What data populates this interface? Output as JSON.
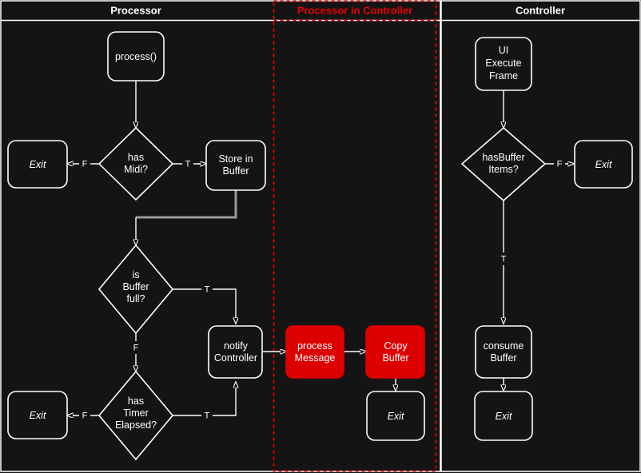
{
  "diagram": {
    "title": "Processor / Controller MIDI buffer flowchart",
    "background_color": "#141414",
    "accent_color": "#ee0000",
    "node_fill": "#141414",
    "node_stroke": "#ffffff",
    "highlight_fill": "#dd0000",
    "gray_connector_color": "#9a9a9a"
  },
  "lanes": [
    {
      "id": "processor",
      "label": "Processor",
      "style": "solid",
      "color": "#ffffff"
    },
    {
      "id": "processor-in-controller",
      "label": "Processor in Controller",
      "style": "dashed",
      "color": "#ee0000"
    },
    {
      "id": "controller",
      "label": "Controller",
      "style": "solid",
      "color": "#ffffff"
    }
  ],
  "nodes": [
    {
      "id": "process",
      "lane": "processor",
      "shape": "rounded-rect",
      "lines": [
        "process()"
      ],
      "style": "normal"
    },
    {
      "id": "has-midi",
      "lane": "processor",
      "shape": "diamond",
      "lines": [
        "has",
        "Midi?"
      ],
      "style": "normal"
    },
    {
      "id": "exit-midi",
      "lane": "processor",
      "shape": "rounded-rect",
      "lines": [
        "Exit"
      ],
      "style": "italic"
    },
    {
      "id": "store-in-buffer",
      "lane": "processor",
      "shape": "rounded-rect",
      "lines": [
        "Store in",
        "Buffer"
      ],
      "style": "normal"
    },
    {
      "id": "is-buffer-full",
      "lane": "processor",
      "shape": "diamond",
      "lines": [
        "is",
        "Buffer",
        "full?"
      ],
      "style": "normal"
    },
    {
      "id": "notify-controller",
      "lane": "processor",
      "shape": "rounded-rect",
      "lines": [
        "notify",
        "Controller"
      ],
      "style": "normal"
    },
    {
      "id": "has-timer-elapsed",
      "lane": "processor",
      "shape": "diamond",
      "lines": [
        "has",
        "Timer",
        "Elapsed?"
      ],
      "style": "normal"
    },
    {
      "id": "exit-timer",
      "lane": "processor",
      "shape": "rounded-rect",
      "lines": [
        "Exit"
      ],
      "style": "italic"
    },
    {
      "id": "process-message",
      "lane": "processor-in-controller",
      "shape": "rounded-rect",
      "lines": [
        "process",
        "Message"
      ],
      "style": "highlight"
    },
    {
      "id": "copy-buffer",
      "lane": "processor-in-controller",
      "shape": "rounded-rect",
      "lines": [
        "Copy",
        "Buffer"
      ],
      "style": "highlight"
    },
    {
      "id": "exit-copy",
      "lane": "processor-in-controller",
      "shape": "rounded-rect",
      "lines": [
        "Exit"
      ],
      "style": "italic"
    },
    {
      "id": "ui-execute-frame",
      "lane": "controller",
      "shape": "rounded-rect",
      "lines": [
        "UI",
        "Execute",
        "Frame"
      ],
      "style": "normal"
    },
    {
      "id": "has-buffer-items",
      "lane": "controller",
      "shape": "diamond",
      "lines": [
        "hasBuffer",
        "Items?"
      ],
      "style": "normal"
    },
    {
      "id": "exit-buffer",
      "lane": "controller",
      "shape": "rounded-rect",
      "lines": [
        "Exit"
      ],
      "style": "italic"
    },
    {
      "id": "consume-buffer",
      "lane": "controller",
      "shape": "rounded-rect",
      "lines": [
        "consume",
        "Buffer"
      ],
      "style": "normal"
    },
    {
      "id": "exit-consume",
      "lane": "controller",
      "shape": "rounded-rect",
      "lines": [
        "Exit"
      ],
      "style": "italic"
    }
  ],
  "edges": [
    {
      "from": "process",
      "to": "has-midi",
      "label": "",
      "color": "white"
    },
    {
      "from": "has-midi",
      "to": "exit-midi",
      "label": "F",
      "color": "white"
    },
    {
      "from": "has-midi",
      "to": "store-in-buffer",
      "label": "T",
      "color": "white"
    },
    {
      "from": "store-in-buffer",
      "to": "is-buffer-full",
      "label": "",
      "color": "gray"
    },
    {
      "from": "is-buffer-full",
      "to": "notify-controller",
      "label": "T",
      "color": "white"
    },
    {
      "from": "is-buffer-full",
      "to": "has-timer-elapsed",
      "label": "F",
      "color": "white"
    },
    {
      "from": "has-timer-elapsed",
      "to": "exit-timer",
      "label": "F",
      "color": "white"
    },
    {
      "from": "has-timer-elapsed",
      "to": "notify-controller",
      "label": "T",
      "color": "white"
    },
    {
      "from": "notify-controller",
      "to": "process-message",
      "label": "",
      "color": "white"
    },
    {
      "from": "process-message",
      "to": "copy-buffer",
      "label": "",
      "color": "white"
    },
    {
      "from": "copy-buffer",
      "to": "exit-copy",
      "label": "",
      "color": "white"
    },
    {
      "from": "ui-execute-frame",
      "to": "has-buffer-items",
      "label": "",
      "color": "white"
    },
    {
      "from": "has-buffer-items",
      "to": "exit-buffer",
      "label": "F",
      "color": "white"
    },
    {
      "from": "has-buffer-items",
      "to": "consume-buffer",
      "label": "T",
      "color": "white"
    },
    {
      "from": "consume-buffer",
      "to": "exit-consume",
      "label": "",
      "color": "white"
    }
  ],
  "edge_labels": {
    "t": "T",
    "f": "F"
  }
}
